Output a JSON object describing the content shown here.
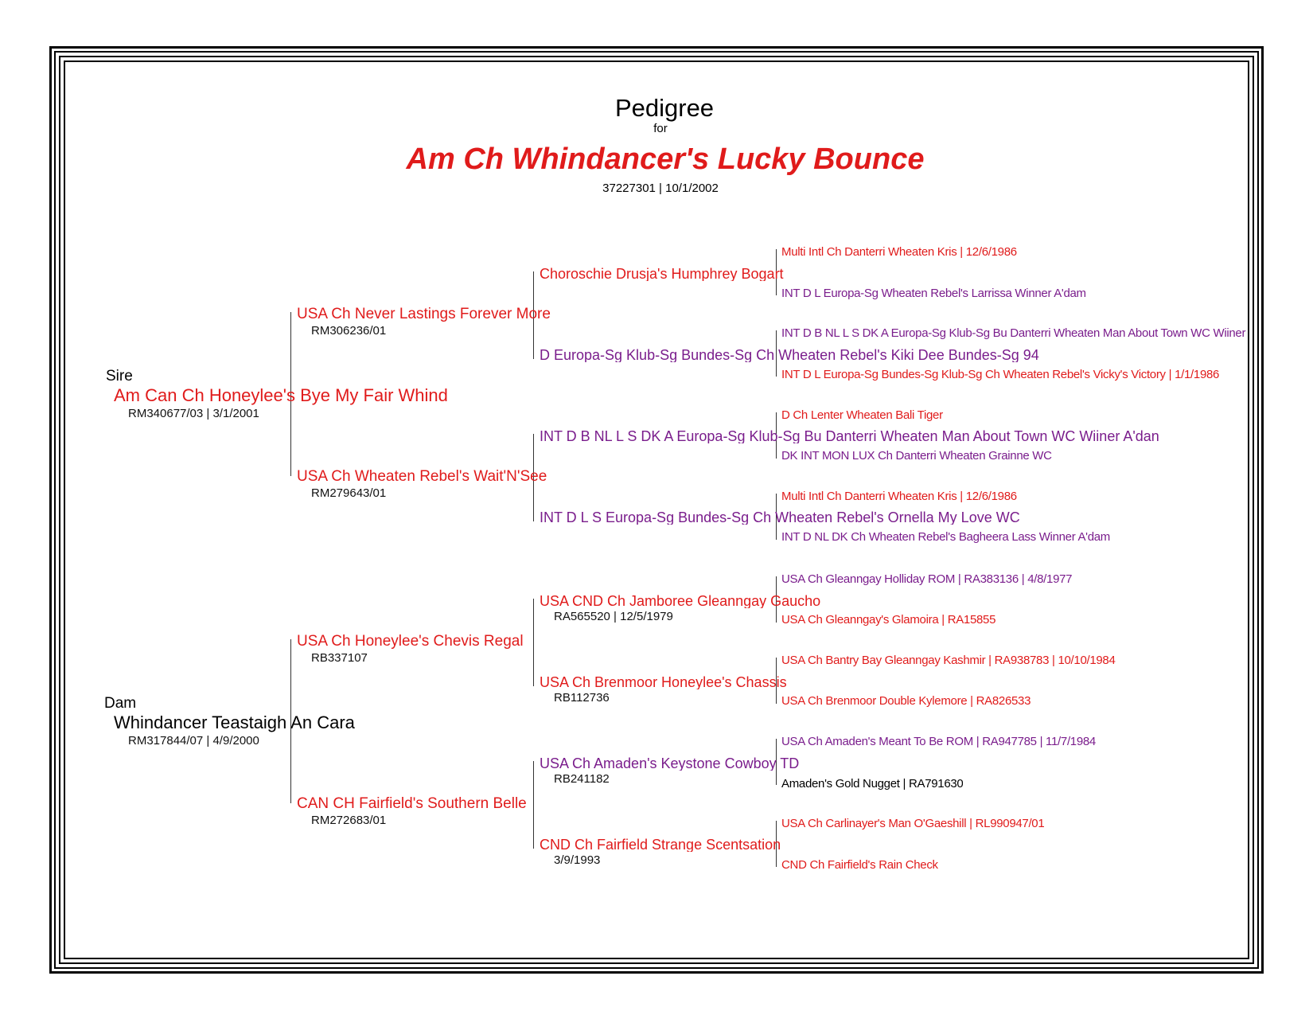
{
  "header": {
    "title": "Pedigree",
    "for": "for",
    "dog_name": "Am Ch Whindancer's Lucky Bounce",
    "dog_info": "37227301 | 10/1/2002"
  },
  "sire": {
    "role": "Sire",
    "name": "Am Can Ch Honeylee's Bye My Fair Whind",
    "info": "RM340677/03 | 3/1/2001",
    "sire": {
      "name": "USA Ch Never Lastings Forever More",
      "info": "RM306236/01",
      "sire": {
        "name": "Choroschie Drusja's Humphrey Bogart",
        "sire": "Multi Intl Ch Danterri Wheaten Kris | 12/6/1986",
        "dam": "INT D L Europa-Sg Wheaten Rebel's Larrissa Winner A'dam"
      },
      "dam": {
        "name": "D Europa-Sg Klub-Sg Bundes-Sg Ch Wheaten Rebel's Kiki Dee Bundes-Sg 94",
        "sire": "INT D B NL L S DK A Europa-Sg Klub-Sg Bu Danterri Wheaten Man About Town WC Wiiner A'dan",
        "dam": "INT D L Europa-Sg Bundes-Sg Klub-Sg Ch Wheaten Rebel's Vicky's Victory | 1/1/1986"
      }
    },
    "dam": {
      "name": "USA Ch Wheaten Rebel's Wait'N'See",
      "info": "RM279643/01",
      "sire": {
        "name": "INT D B NL L S DK A Europa-Sg Klub-Sg Bu Danterri Wheaten Man About Town WC Wiiner A'dan",
        "sire": "D Ch Lenter Wheaten Bali Tiger",
        "dam": "DK INT MON LUX Ch Danterri Wheaten Grainne WC"
      },
      "dam": {
        "name": "INT D L S Europa-Sg Bundes-Sg Ch Wheaten Rebel's Ornella My Love WC",
        "sire": "Multi Intl Ch Danterri Wheaten Kris | 12/6/1986",
        "dam": "INT D NL DK Ch Wheaten Rebel's Bagheera Lass Winner A'dam"
      }
    }
  },
  "dam": {
    "role": "Dam",
    "name": "Whindancer Teastaigh An Cara",
    "info": "RM317844/07 | 4/9/2000",
    "sire": {
      "name": "USA Ch Honeylee's Chevis Regal",
      "info": "RB337107",
      "sire": {
        "name": "USA CND Ch Jamboree Gleanngay Gaucho",
        "info": "RA565520 | 12/5/1979",
        "sire": "USA Ch Gleanngay Holliday ROM | RA383136 | 4/8/1977",
        "dam": "USA Ch Gleanngay's Glamoira | RA15855"
      },
      "dam": {
        "name": "USA Ch Brenmoor Honeylee's Chassis",
        "info": "RB112736",
        "sire": "USA Ch Bantry Bay Gleanngay Kashmir | RA938783 | 10/10/1984",
        "dam": "USA Ch Brenmoor Double Kylemore | RA826533"
      }
    },
    "dam": {
      "name": "CAN  CH Fairfield's Southern Belle",
      "info": "RM272683/01",
      "sire": {
        "name": "USA Ch Amaden's Keystone Cowboy TD",
        "info": "RB241182",
        "sire": "USA Ch Amaden's Meant To Be ROM | RA947785 | 11/7/1984",
        "dam": "Amaden's Gold Nugget | RA791630"
      },
      "dam": {
        "name": "CND Ch Fairfield Strange Scentsation",
        "info": "3/9/1993",
        "sire": "USA Ch Carlinayer's Man O'Gaeshill | RL990947/01",
        "dam": "CND Ch Fairfield's Rain Check"
      }
    }
  },
  "colors": {
    "red": "#e01b1b",
    "purple": "#7a1d8c",
    "black": "#000000"
  }
}
